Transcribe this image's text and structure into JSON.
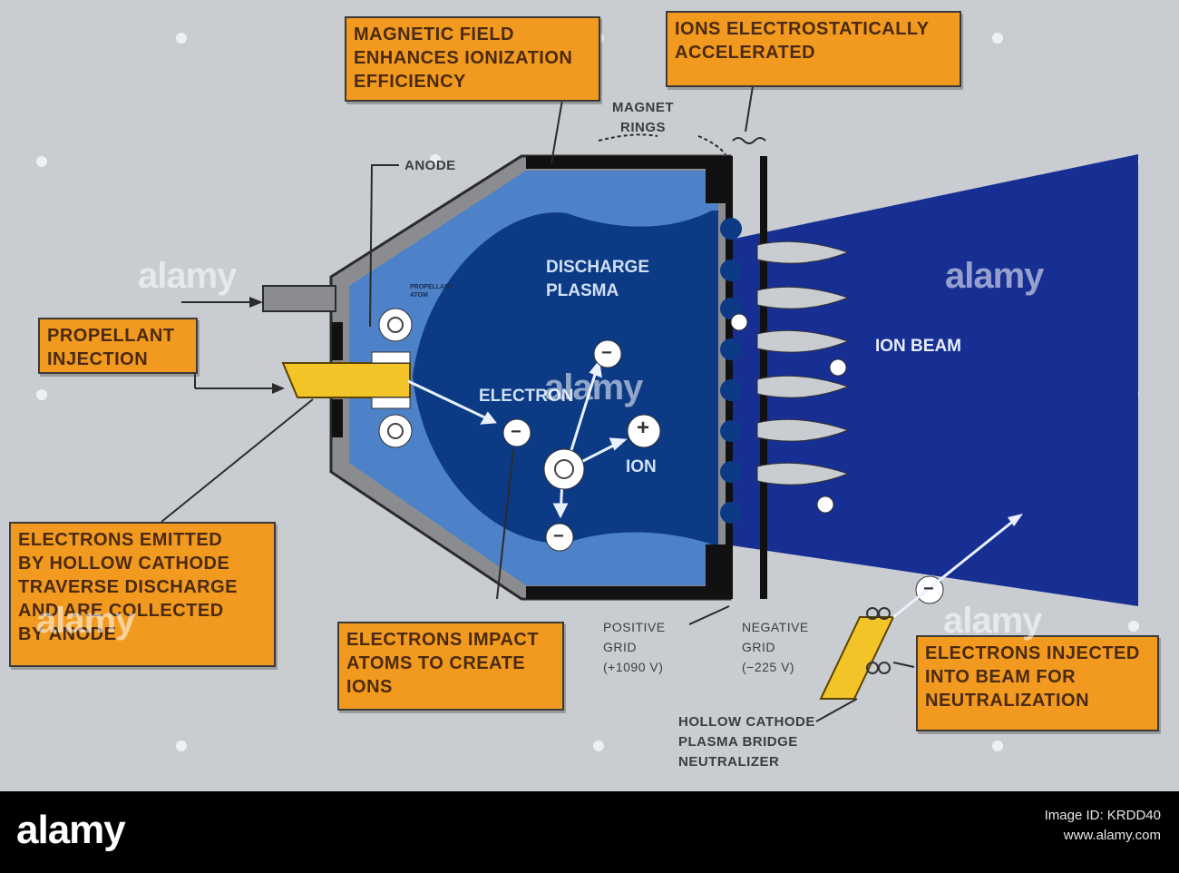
{
  "callouts": {
    "magnetic_field": "MAGNETIC FIELD\nENHANCES IONIZATION\nEFFICIENCY",
    "ions_accelerated": "IONS ELECTROSTATICALLY\nACCELERATED",
    "propellant_injection": "PROPELLANT\nINJECTION",
    "electrons_emitted": "ELECTRONS EMITTED\nBY HOLLOW CATHODE\nTRAVERSE DISCHARGE\nAND ARE COLLECTED\nBY ANODE",
    "electrons_impact": "ELECTRONS IMPACT\nATOMS TO CREATE\nIONS",
    "electrons_injected": "ELECTRONS INJECTED\nINTO BEAM FOR\nNEUTRALIZATION"
  },
  "labels": {
    "anode": "ANODE",
    "magnet_rings": "MAGNET\nRINGS",
    "discharge_plasma": "DISCHARGE\nPLASMA",
    "electron": "ELECTRON",
    "ion": "ION",
    "ion_beam": "ION BEAM",
    "propellant_atom": "PROPELLANT\nATOM",
    "positive_grid": "POSITIVE\nGRID\n(+1090 V)",
    "negative_grid": "NEGATIVE\nGRID\n(−225 V)",
    "neutralizer": "HOLLOW CATHODE\nPLASMA BRIDGE\nNEUTRALIZER"
  },
  "symbols": {
    "minus": "−",
    "plus": "+"
  },
  "watermark": {
    "text": "alamy"
  },
  "footer": {
    "logo": "alamy",
    "image_id": "Image ID: KRDD40\nwww.alamy.com"
  },
  "colors": {
    "background": "#c9ccd0",
    "callout": "#f29a1f",
    "plasma_dark": "#0d3a85",
    "plasma_light": "#4d82c9",
    "beam": "#172e92",
    "cathode": "#f2c428",
    "wall": "#8a8c90"
  }
}
